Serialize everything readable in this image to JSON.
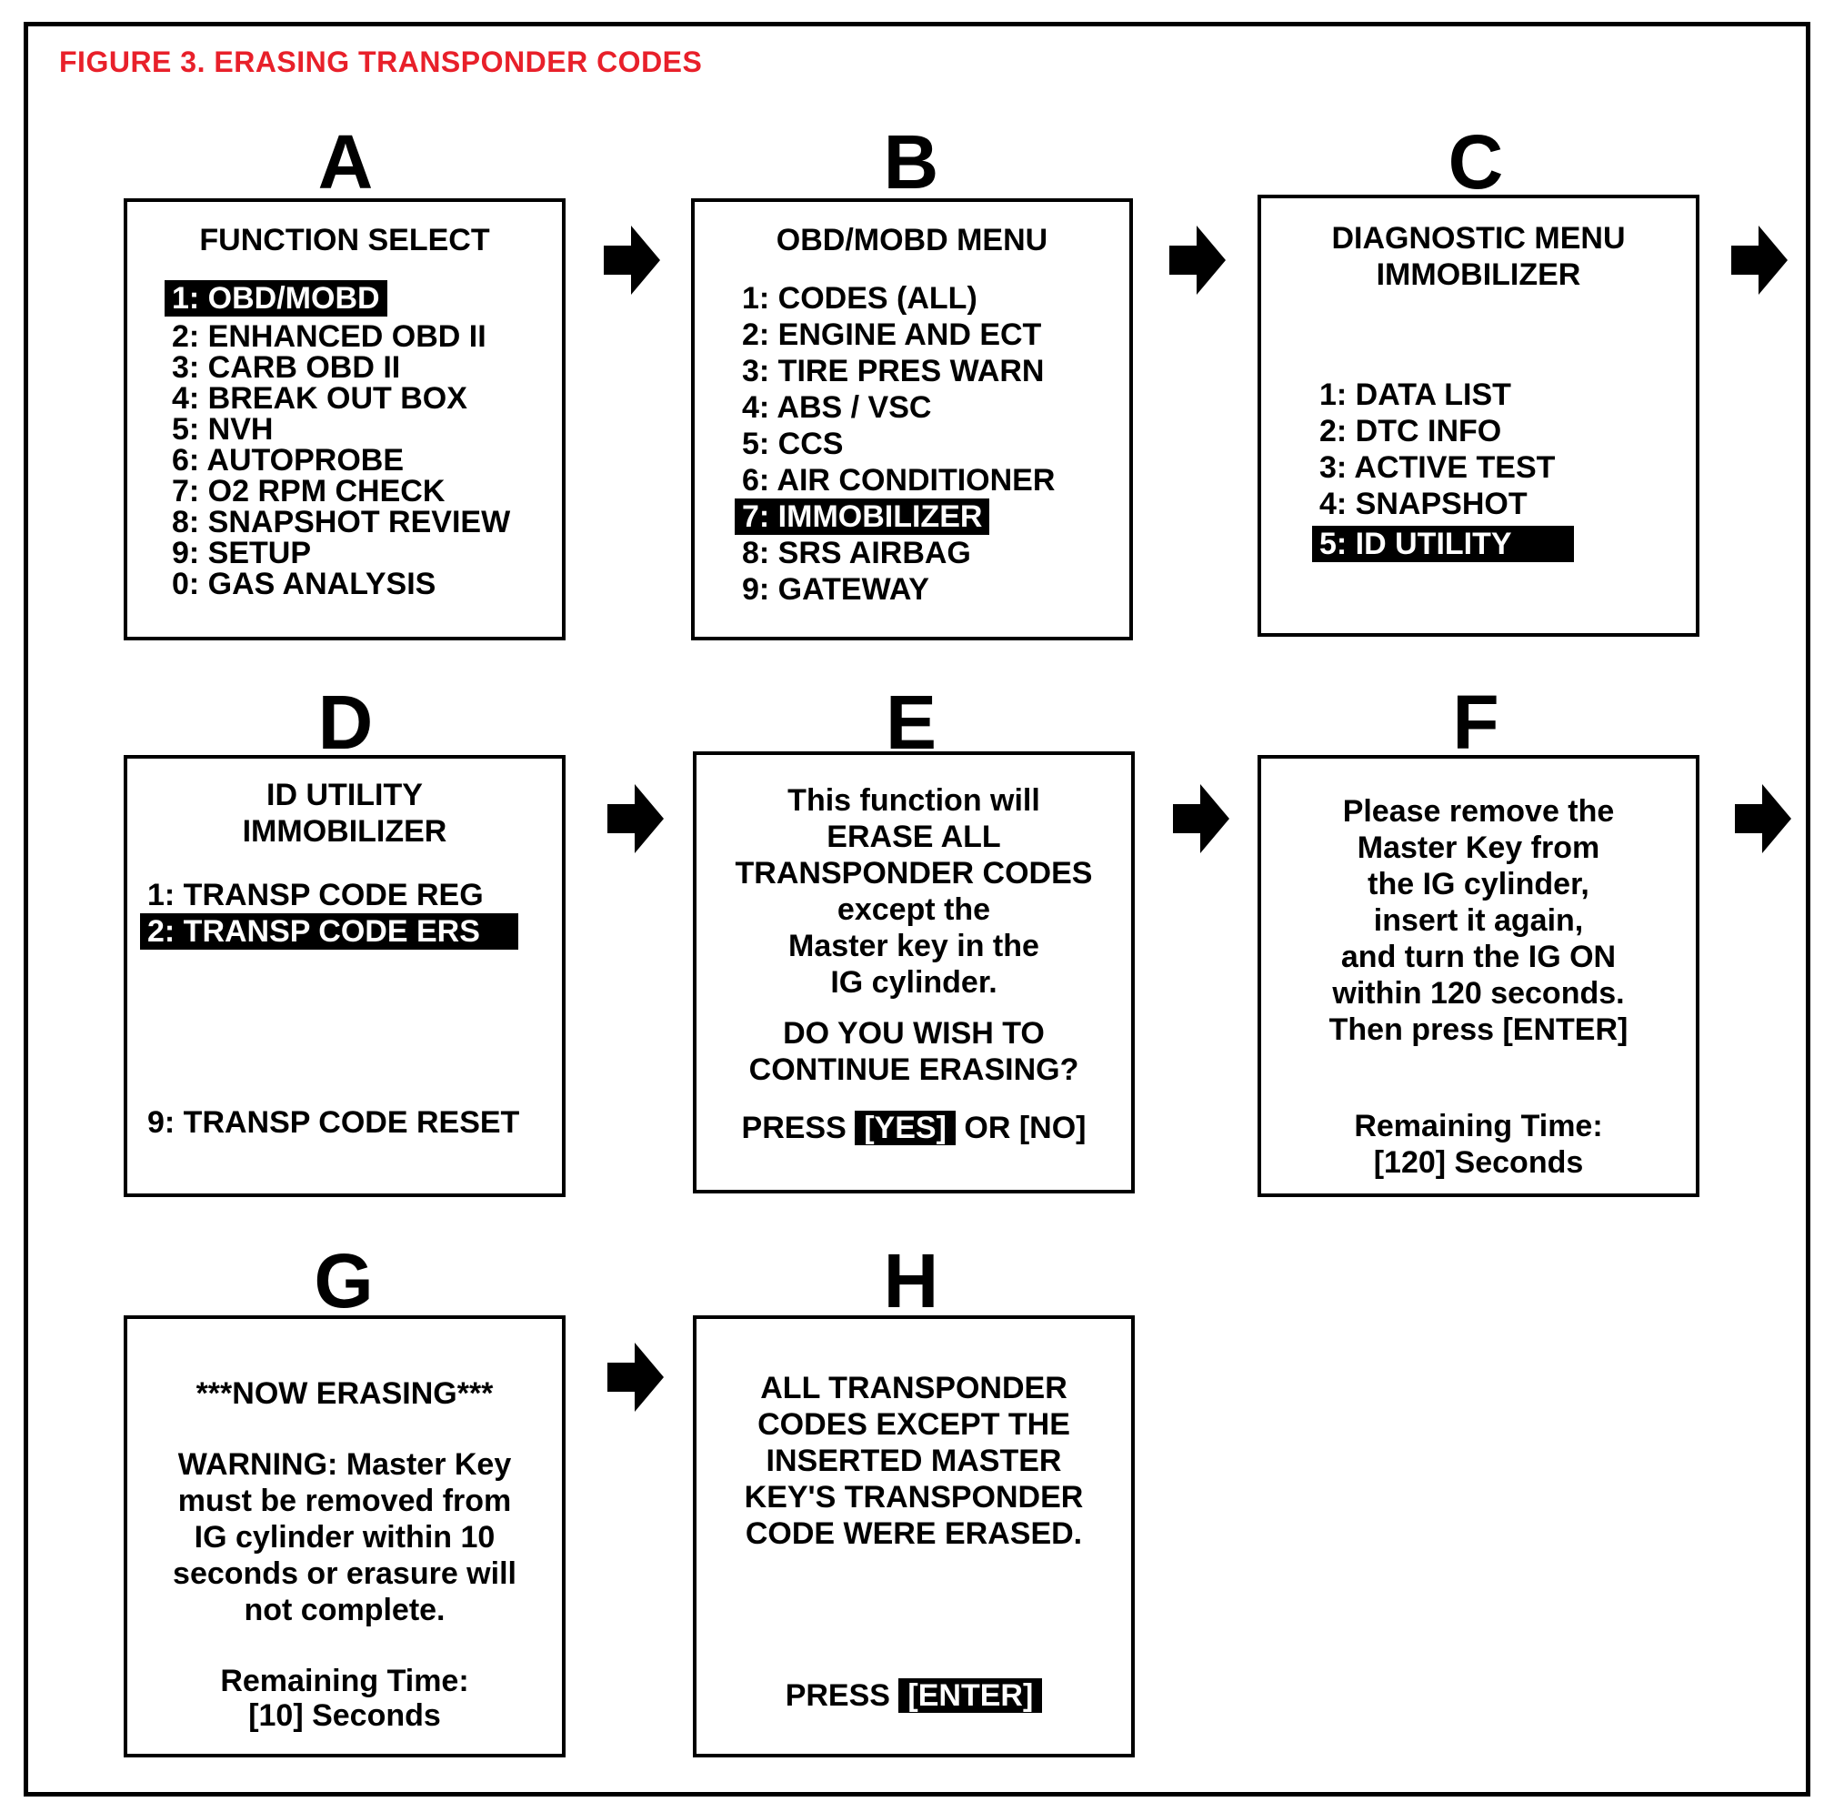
{
  "figure_title": "FIGURE 3.  ERASING TRANSPONDER CODES",
  "colors": {
    "title": "#e8202a",
    "highlight_bg": "#000000",
    "highlight_fg": "#ffffff"
  },
  "panels": {
    "a": {
      "letter": "A",
      "title": "FUNCTION SELECT",
      "items": [
        "1:  OBD/MOBD",
        "2:  ENHANCED OBD II",
        "3:  CARB OBD II",
        "4:  BREAK OUT BOX",
        "5:  NVH",
        "6:  AUTOPROBE",
        "7:  O2 RPM CHECK",
        "8:  SNAPSHOT REVIEW",
        "9:  SETUP",
        "0:  GAS ANALYSIS"
      ],
      "selected": "1:  OBD/MOBD"
    },
    "b": {
      "letter": "B",
      "title": "OBD/MOBD MENU",
      "items": [
        "1:  CODES (ALL)",
        "2:  ENGINE AND ECT",
        "3:  TIRE PRES WARN",
        "4:  ABS / VSC",
        "5:  CCS",
        "6:  AIR CONDITIONER",
        "7:  IMMOBILIZER",
        "8:  SRS AIRBAG",
        "9:  GATEWAY"
      ],
      "selected": "7:  IMMOBILIZER"
    },
    "c": {
      "letter": "C",
      "title_line1": "DIAGNOSTIC MENU",
      "title_line2": "IMMOBILIZER",
      "items": [
        "1:  DATA LIST",
        "2:  DTC INFO",
        "3:  ACTIVE TEST",
        "4:  SNAPSHOT",
        "5:  ID UTILITY"
      ],
      "selected": "5:  ID UTILITY"
    },
    "d": {
      "letter": "D",
      "title_line1": "ID UTILITY",
      "title_line2": "IMMOBILIZER",
      "items": [
        "1:  TRANSP CODE REG",
        "2:  TRANSP CODE ERS",
        "9:  TRANSP CODE RESET"
      ],
      "selected": "2:  TRANSP CODE ERS"
    },
    "e": {
      "letter": "E",
      "lines": [
        "This function will",
        "ERASE ALL",
        "TRANSPONDER CODES",
        "except the",
        "Master key in the",
        "IG cylinder."
      ],
      "question": [
        "DO YOU WISH TO",
        "CONTINUE ERASING?"
      ],
      "press": "PRESS",
      "yes": "[YES]",
      "or_no": "OR [NO]"
    },
    "f": {
      "letter": "F",
      "lines": [
        "Please remove the",
        "Master Key from",
        "the IG cylinder,",
        "insert it again,",
        "and turn the IG ON",
        "within 120 seconds.",
        "Then press [ENTER]"
      ],
      "remaining_label": "Remaining Time:",
      "remaining_value": "[120] Seconds"
    },
    "g": {
      "letter": "G",
      "header": "***NOW ERASING***",
      "warning": [
        "WARNING: Master Key",
        "must be removed from",
        "IG cylinder within 10",
        "seconds or erasure will",
        "not complete."
      ],
      "remaining_label": "Remaining Time:",
      "remaining_value": "[10] Seconds"
    },
    "h": {
      "letter": "H",
      "lines": [
        "ALL TRANSPONDER",
        "CODES EXCEPT THE",
        "INSERTED MASTER",
        "KEY'S TRANSPONDER",
        "CODE WERE ERASED."
      ],
      "press": "PRESS",
      "enter": "[ENTER]"
    }
  }
}
